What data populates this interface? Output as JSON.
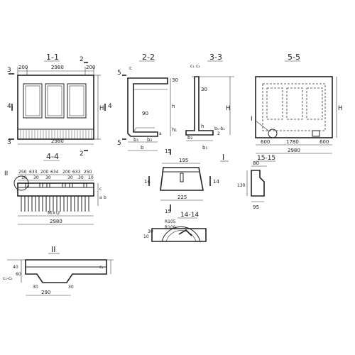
{
  "sections": {
    "s11": {
      "title": "1-1",
      "dims": {
        "overall": "2980",
        "left": "200",
        "right": "200",
        "overall_bottom": "2980",
        "height": "H"
      },
      "cut_marks": [
        "3",
        "3",
        "4",
        "4",
        "2",
        "2"
      ]
    },
    "s22": {
      "title": "2-2",
      "dims": {
        "c": "c",
        "h": "h",
        "h1": "h₁",
        "d30": "30",
        "d90": "90",
        "b1": "b₁",
        "b2": "b₂",
        "b": "b",
        "a": "a"
      },
      "cut_marks": [
        "5",
        "5"
      ]
    },
    "s33": {
      "title": "3-3",
      "dims": {
        "c1": "c₁",
        "c2": "c₂",
        "h": "H",
        "h1": "h",
        "d30": "30",
        "b1": "b₁",
        "b2": "b₂",
        "frac1": "b₁-b₂",
        "frac2": "2"
      }
    },
    "s55": {
      "title": "5-5",
      "dims": {
        "left": "600",
        "mid": "1780",
        "right": "600",
        "overall": "2980",
        "height": "H"
      },
      "callout": "I"
    },
    "s44": {
      "title": "4-4",
      "dims": {
        "d250": "250",
        "d633": "633",
        "d200a": "200",
        "d634": "634",
        "d200b": "200",
        "d633b": "633",
        "d250b": "250",
        "d10": "10",
        "d30a": "30",
        "d30b": "30",
        "d30c": "30",
        "d30d": "30",
        "d10b": "10",
        "spacing": "M×U",
        "overall": "2980",
        "a": "a",
        "b": "b",
        "c": "c"
      },
      "callout": "II"
    },
    "detI": {
      "title": "I",
      "dims": {
        "top": "195",
        "bottom": "225",
        "d15": "15",
        "d14a": "14",
        "d14b": "14",
        "d15b": "15"
      }
    },
    "det1515": {
      "title": "15-15",
      "dims": {
        "d80": "80",
        "d130": "130",
        "d95": "95"
      }
    },
    "det1414": {
      "title": "14-14",
      "dims": {
        "r1": "R105",
        "r2": "R100",
        "d10": "10",
        "d30": "30"
      }
    },
    "detII": {
      "title": "II",
      "dims": {
        "d40": "40",
        "d60": "60",
        "frac": "c₁-c₂",
        "c2": "c₂",
        "d30a": "30",
        "d30b": "30",
        "d290": "290"
      }
    }
  }
}
